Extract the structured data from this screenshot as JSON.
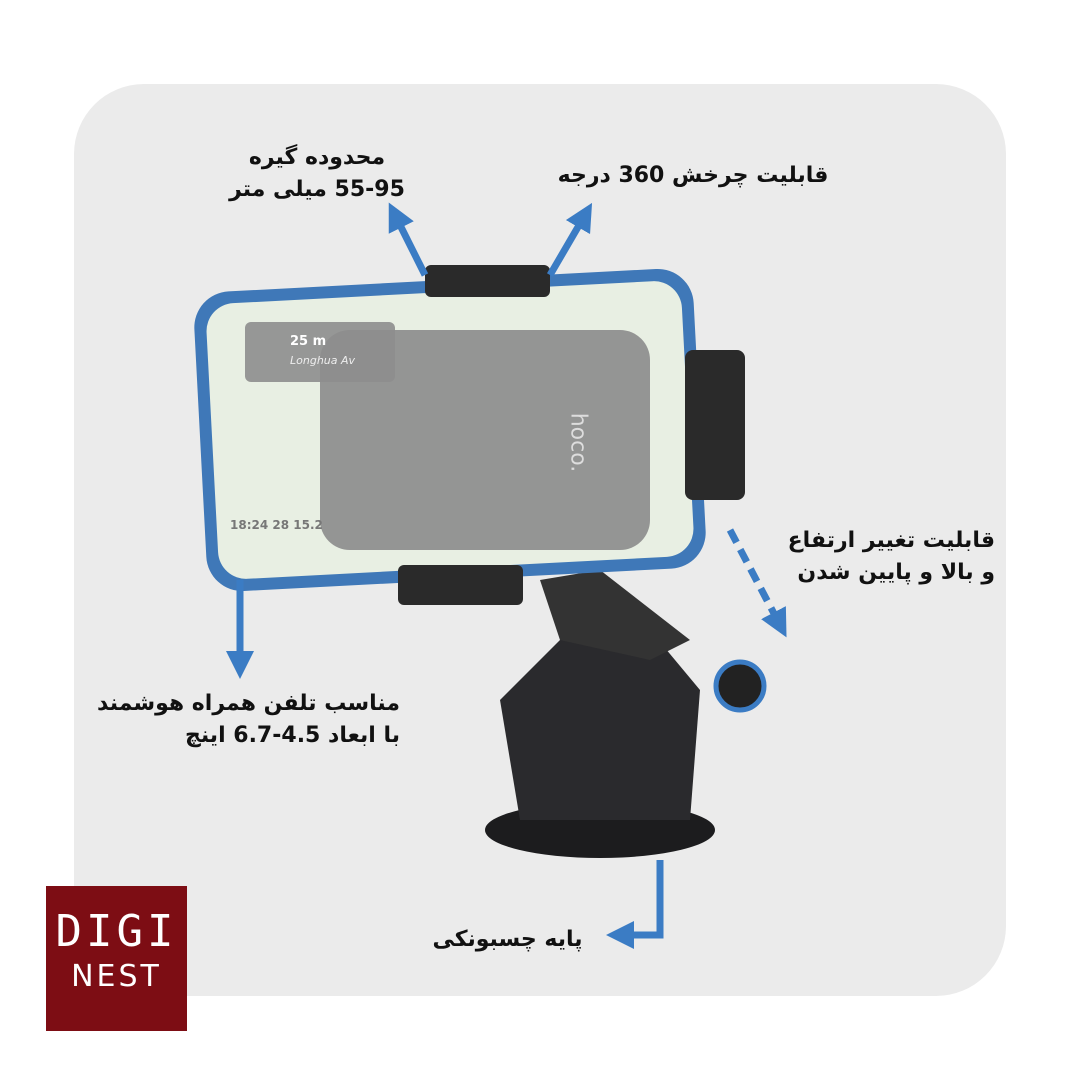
{
  "labels": {
    "grip_range_line1": "محدوده گیره",
    "grip_range_line2": "55-95 میلی متر",
    "rotation": "قابلیت چرخش 360 درجه",
    "height_line1": "قابلیت تغییر ارتفاع",
    "height_line2": "و بالا و پایین شدن",
    "phone_fit_line1": "مناسب تلفن همراه هوشمند",
    "phone_fit_line2": "با ابعاد 4.5-6.7 اینچ",
    "suction_base": "پایه چسبونکی"
  },
  "phone_screen": {
    "distance": "25 m",
    "street": "Longhua Av",
    "time": "18:24",
    "stat1": "28",
    "stat2": "15.2"
  },
  "product_brand": "hoco.",
  "logo": {
    "line1": "DIGI",
    "line2": "NEST"
  },
  "colors": {
    "arrow": "#3b7cc4",
    "logo_bg": "#7d0d14",
    "panel": "#ebebeb"
  }
}
